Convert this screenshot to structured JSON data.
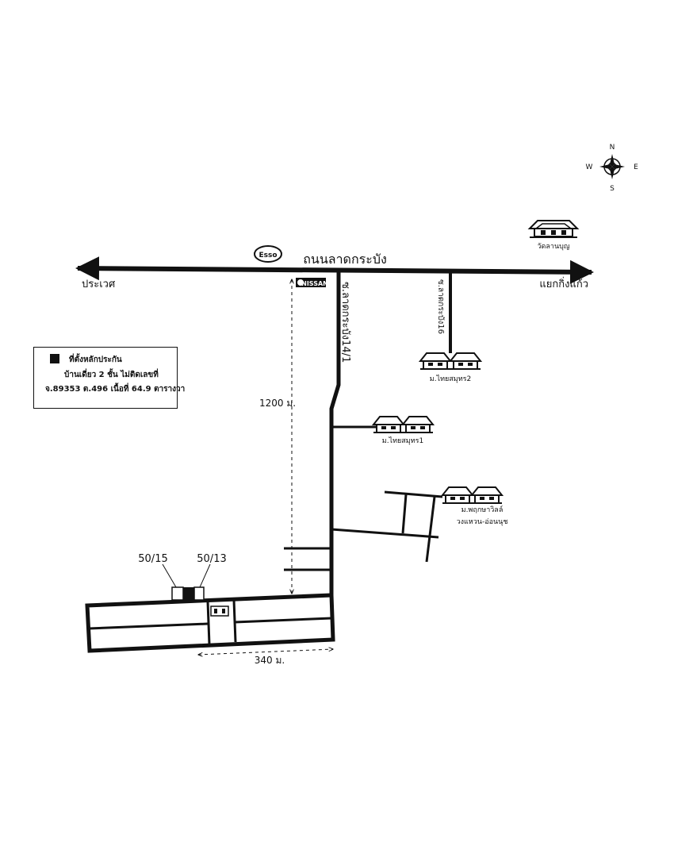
{
  "compass": {
    "n": "N",
    "s": "S",
    "e": "E",
    "w": "W"
  },
  "main_road": {
    "name": "ถนนลาดกระบัง",
    "west_end": "ประเวศ",
    "east_end": "แยกกิ่งแก้ว"
  },
  "landmarks": {
    "esso": "Esso",
    "nissan": "NISSAN",
    "temple": "วัดลานบุญ"
  },
  "sois": {
    "soi_main": "ซ.ลาดกระบัง14/1",
    "soi_east": "ซ.ลาดกระบัง16"
  },
  "villages": {
    "thai_samut_2": "ม.ไทยสมุทร2",
    "thai_samut_1": "ม.ไทยสมุทร1",
    "phruksa_line1": "ม.พฤกษาวิลล์",
    "phruksa_line2": "วงแหวน-อ่อนนุช"
  },
  "legend": {
    "title": "ที่ตั้งหลักประกัน",
    "line2": "บ้านเดี่ยว 2 ชั้น ไม่ติดเลขที่",
    "line3": "จ.89353 ต.496 เนื้อที่ 64.9 ตารางวา"
  },
  "distances": {
    "vertical": "1200 ม.",
    "horizontal": "340 ม."
  },
  "house_labels": {
    "left": "50/15",
    "right": "50/13"
  },
  "colors": {
    "ink": "#111111",
    "background": "#ffffff"
  }
}
